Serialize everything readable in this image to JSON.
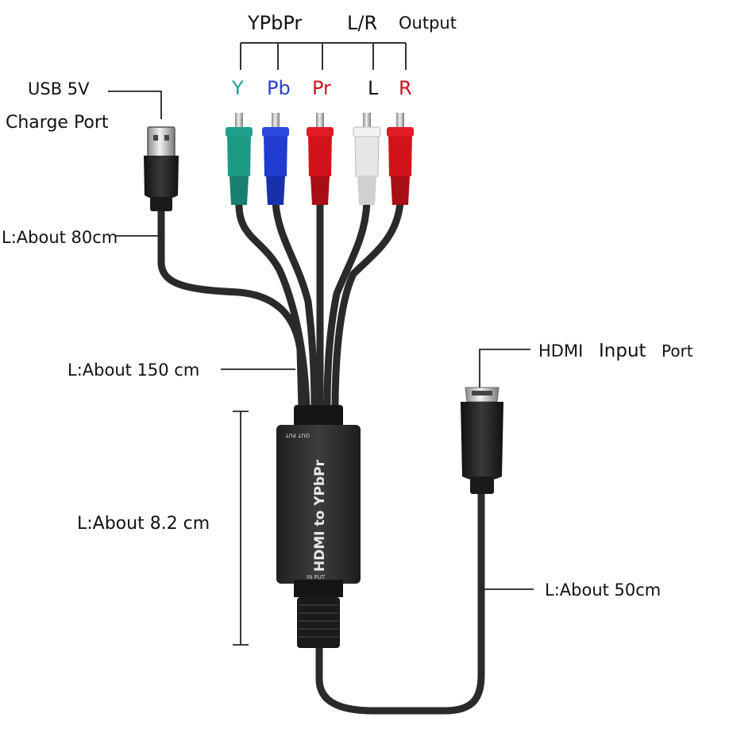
{
  "labels": {
    "ypbpr": "YPbPr",
    "lr": "L/R",
    "output": "Output",
    "usb_line1": "USB 5V",
    "usb_line2": "Charge Port",
    "len_80": "L:About 80cm",
    "len_150": "L:About 150 cm",
    "len_82": "L:About 8.2 cm",
    "hdmi_in_a": "HDMI",
    "hdmi_in_b": "Input",
    "hdmi_in_c": "Port",
    "len_50": "L:About 50cm"
  },
  "connectors": [
    {
      "label": "Y",
      "color": "#1d9d8c"
    },
    {
      "label": "Pb",
      "color": "#2b3fcf"
    },
    {
      "label": "Pr",
      "color": "#c8141e"
    },
    {
      "label": "L",
      "color": "#111111"
    },
    {
      "label": "R",
      "color": "#c8141e"
    }
  ],
  "box": {
    "title": "HDMI to YPbPr",
    "output_mark": "OUT PUT",
    "input_mark": "IN PUT"
  },
  "colors": {
    "y_body": "#1c9a84",
    "pb_body": "#1f3ccf",
    "pr_body": "#d2121a",
    "l_body": "#e6e6e6",
    "r_body": "#d2121a",
    "cable": "#2a2a2a",
    "box": "#2e2e30"
  }
}
